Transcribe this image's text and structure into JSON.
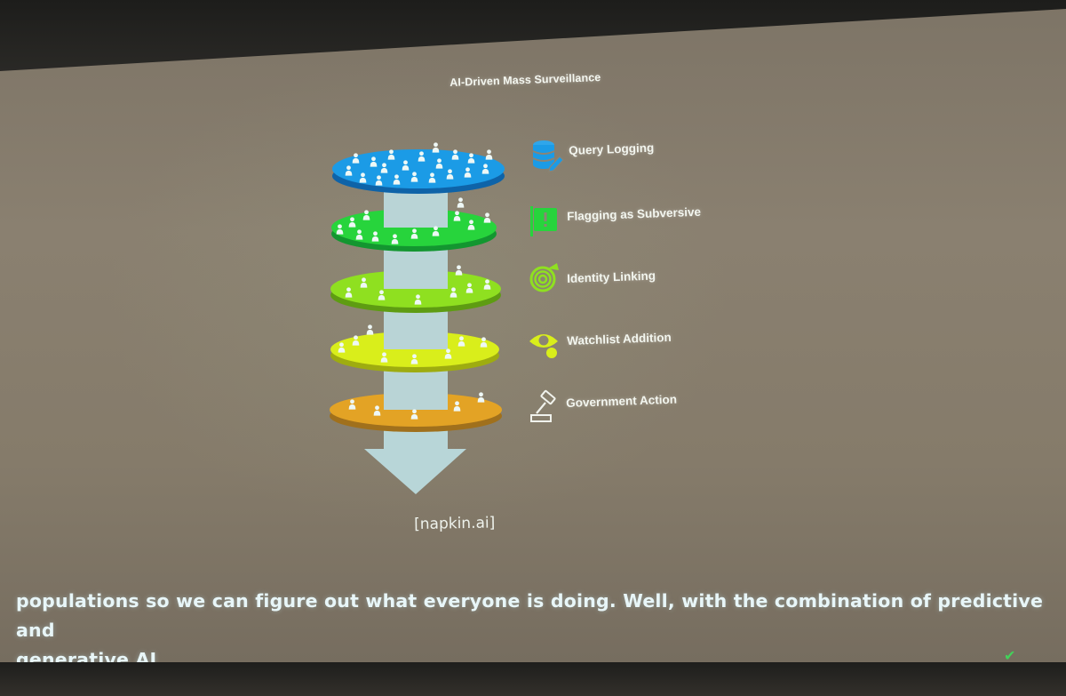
{
  "slide": {
    "title": "AI-Driven  Mass Surveillance",
    "credit": "[napkin.ai]",
    "colors": {
      "tier1": "#1b9be6",
      "tier2": "#27d43c",
      "tier3": "#8fe020",
      "tier4": "#d9ee1b",
      "tier5": "#e3a325",
      "arrow": "#b8d6d8"
    },
    "steps": [
      {
        "label": "Query Logging",
        "icon": "database-icon"
      },
      {
        "label": "Flagging as Subversive",
        "icon": "flag-icon"
      },
      {
        "label": "Identity Linking",
        "icon": "fingerprint-icon"
      },
      {
        "label": "Watchlist Addition",
        "icon": "eye-icon"
      },
      {
        "label": "Government Action",
        "icon": "gavel-icon"
      }
    ]
  },
  "caption": {
    "line1": "populations so we can figure out what everyone is doing. Well, with the combination of predictive and",
    "line2": "generative AI"
  },
  "status": {
    "check_icon": "check-icon"
  }
}
